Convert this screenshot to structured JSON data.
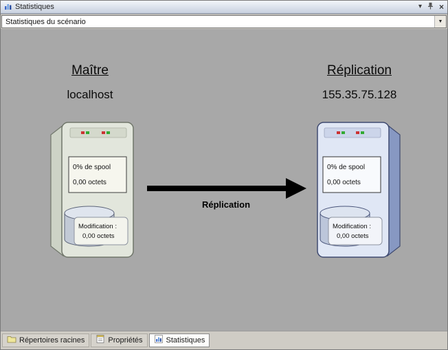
{
  "window": {
    "title": "Statistiques",
    "combo_value": "Statistiques du scénario"
  },
  "icons": {
    "dropdown_glyph": "▾",
    "close_glyph": "×",
    "combo_arrow_glyph": "▼"
  },
  "master": {
    "heading": "Maître",
    "host": "localhost",
    "spool_percent": "0% de spool",
    "spool_size": "0,00  octets",
    "modification_label": "Modification :",
    "modification_size": "0,00  octets"
  },
  "replica": {
    "heading": "Réplication",
    "host": "155.35.75.128",
    "spool_percent": "0% de spool",
    "spool_size": "0,00  octets",
    "modification_label": "Modification :",
    "modification_size": "0,00  octets"
  },
  "arrow_label": "Réplication",
  "tabs": [
    {
      "label": "Répertoires racines"
    },
    {
      "label": "Propriétés"
    },
    {
      "label": "Statistiques"
    }
  ],
  "colors": {
    "content_bg": "#a8a8a8",
    "master_tint": "#e2e6dc",
    "replica_tint": "#e0e7f5",
    "arrow": "#000000"
  }
}
